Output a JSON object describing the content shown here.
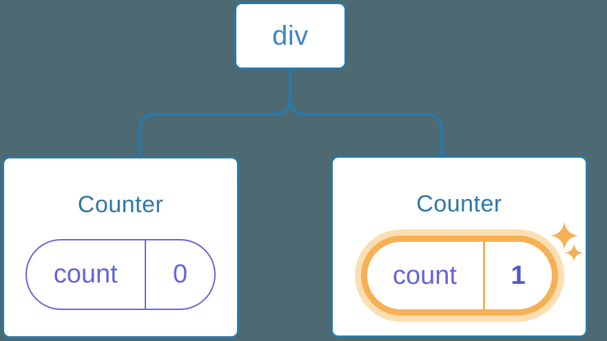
{
  "diagram": {
    "root": {
      "label": "div"
    },
    "counters": [
      {
        "title": "Counter",
        "state_key": "count",
        "state_value": "0",
        "highlighted": false
      },
      {
        "title": "Counter",
        "state_key": "count",
        "state_value": "1",
        "highlighted": true
      }
    ],
    "icons": {
      "sparkle_large": "sparkle-icon",
      "sparkle_small": "sparkle-icon"
    },
    "colors": {
      "background": "#4D6972",
      "node_border_blue": "#2A79A8",
      "connector_blue": "#2A79A8",
      "root_label_blue": "#3C88BA",
      "counter_title_blue": "#2F76A8",
      "state_purple": "#6464DC",
      "state_value_bold_purple": "#5656D2",
      "highlight_orange": "#F6B055",
      "highlight_glow_orange": "#FBDFB2",
      "node_fill": "#FFFFFF"
    }
  }
}
